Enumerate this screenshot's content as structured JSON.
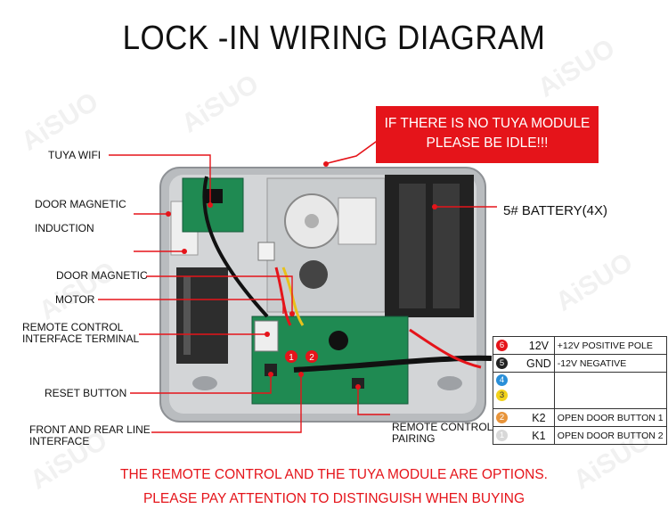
{
  "title": "LOCK -IN WIRING DIAGRAM",
  "watermark": "AiSUO",
  "notice": {
    "line1": "IF THERE IS NO TUYA MODULE",
    "line2": "PLEASE BE IDLE!!!"
  },
  "labels": {
    "tuya_wifi": "TUYA WIFI",
    "door_magnetic_induction_1": "DOOR MAGNETIC",
    "door_magnetic_induction_2": "INDUCTION",
    "door_magnetic": "DOOR MAGNETIC",
    "motor": "MOTOR",
    "remote_terminal_1": "REMOTE CONTROL",
    "remote_terminal_2": "INTERFACE TERMINAL",
    "reset_button": "RESET BUTTON",
    "front_rear_1": "FRONT AND REAR LINE",
    "front_rear_2": "INTERFACE",
    "remote_pairing_1": "REMOTE CONTROL",
    "remote_pairing_2": "PAIRING",
    "battery": "5# BATTERY(4X)"
  },
  "pins": [
    {
      "num": "6",
      "color": "#e5141a",
      "name": "12V",
      "desc": "+12V POSITIVE POLE"
    },
    {
      "num": "5",
      "color": "#222222",
      "name": "GND",
      "desc": "-12V NEGATIVE"
    },
    {
      "num": "4",
      "color": "#2a8fd8",
      "name": "",
      "desc": ""
    },
    {
      "num": "3",
      "color": "#f2d21b",
      "name": "",
      "desc": ""
    },
    {
      "num": "2",
      "color": "#e8943a",
      "name": "K2",
      "desc": "OPEN DOOR BUTTON 1"
    },
    {
      "num": "1",
      "color": "#d8d8d8",
      "name": "K1",
      "desc": "OPEN DOOR BUTTON 2"
    }
  ],
  "board_markers": [
    "1",
    "2"
  ],
  "footer": {
    "line1": "THE REMOTE CONTROL AND THE TUYA MODULE ARE OPTIONS.",
    "line2": "PLEASE PAY ATTENTION TO DISTINGUISH WHEN BUYING"
  },
  "colors": {
    "accent_red": "#e5141a",
    "board_green": "#1f8a52",
    "housing_grey": "#b9bcbf"
  }
}
